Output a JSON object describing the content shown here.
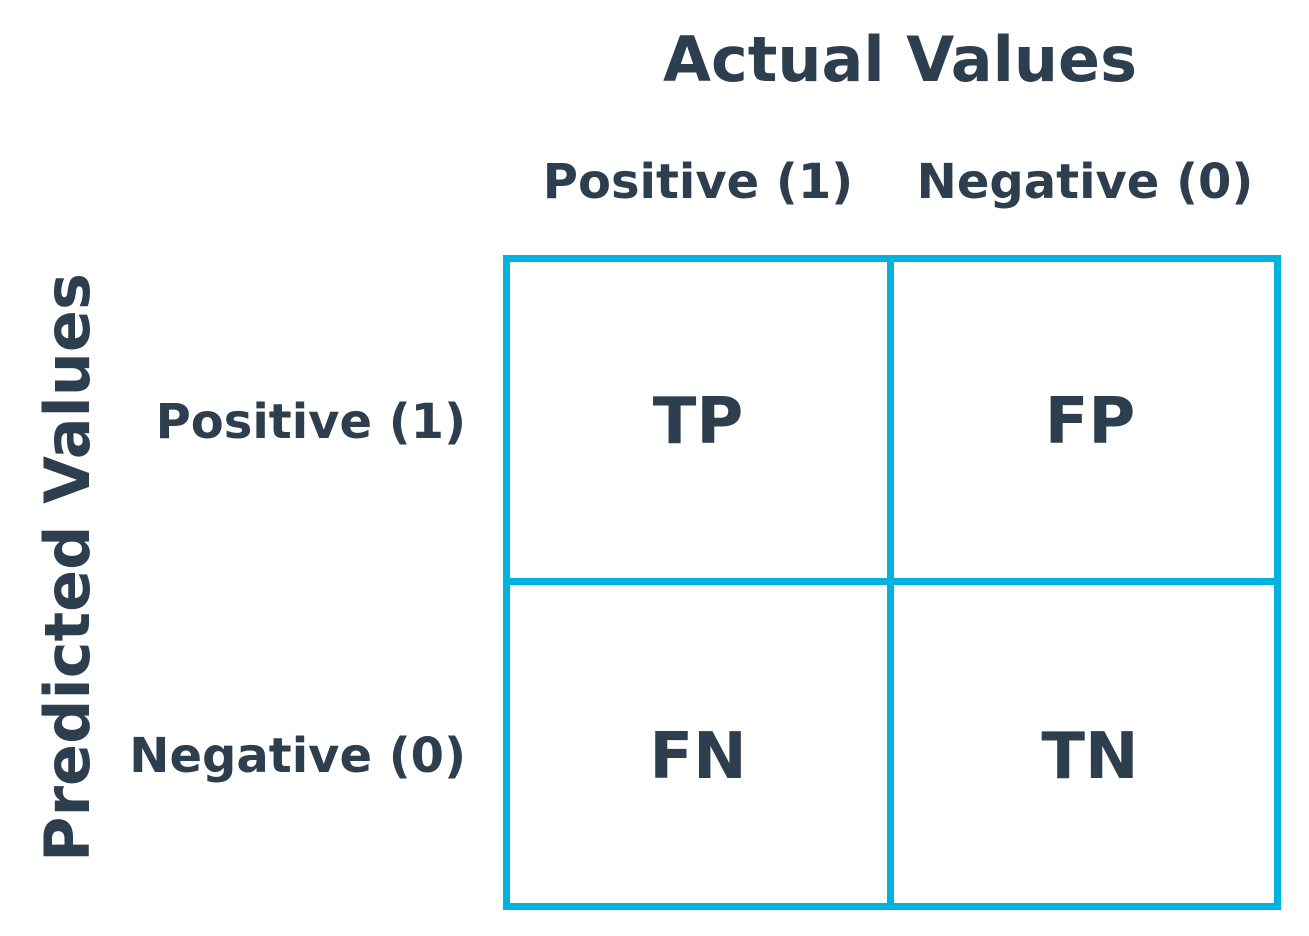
{
  "colors": {
    "text": "#2d3e4e",
    "grid": "#00b2dd",
    "background": "#ffffff"
  },
  "header": {
    "actual_title": "Actual Values",
    "predicted_title": "Predicted Values"
  },
  "columns": [
    {
      "label": "Positive (1)"
    },
    {
      "label": "Negative (0)"
    }
  ],
  "rows": [
    {
      "label": "Positive (1)"
    },
    {
      "label": "Negative (0)"
    }
  ],
  "cells": {
    "tp": "TP",
    "fp": "FP",
    "fn": "FN",
    "tn": "TN"
  }
}
